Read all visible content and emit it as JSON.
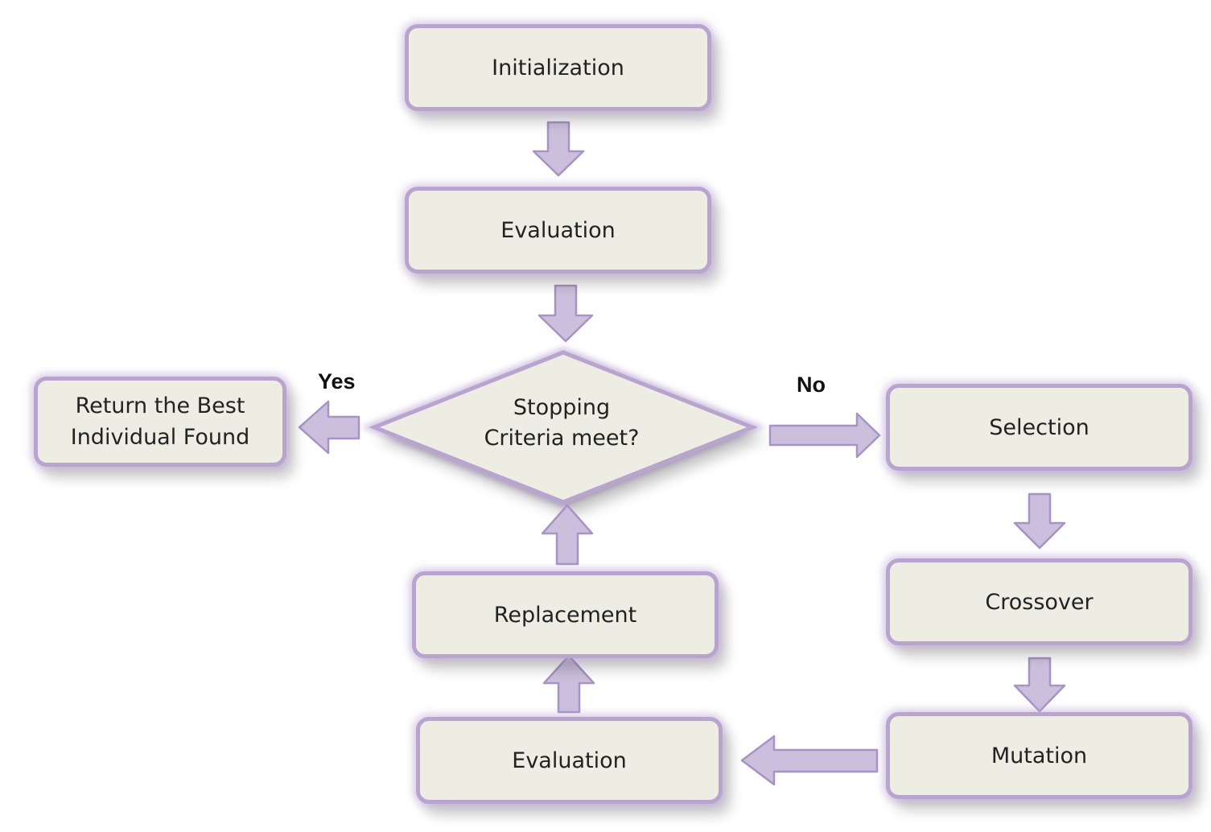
{
  "nodes": {
    "initialization": "Initialization",
    "evaluation_top": "Evaluation",
    "decision": [
      "Stopping",
      "Criteria meet?"
    ],
    "return_best": [
      "Return the Best",
      "Individual Found"
    ],
    "selection": "Selection",
    "crossover": "Crossover",
    "mutation": "Mutation",
    "evaluation_bottom": "Evaluation",
    "replacement": "Replacement"
  },
  "branches": {
    "yes": "Yes",
    "no": "No"
  },
  "colors": {
    "box_fill": "#eeede4",
    "box_border": "#b9a4d0",
    "arrow_fill": "#cbbfdd",
    "arrow_stroke": "#a793c4"
  }
}
